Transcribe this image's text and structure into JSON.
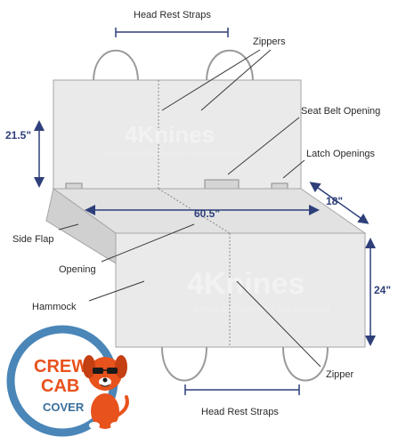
{
  "labels": {
    "head_rest_straps_top": "Head Rest Straps",
    "zippers": "Zippers",
    "seat_belt_opening": "Seat Belt Opening",
    "latch_openings": "Latch Openings",
    "side_flap": "Side Flap",
    "opening": "Opening",
    "hammock": "Hammock",
    "zipper": "Zipper",
    "head_rest_straps_bottom": "Head Rest Straps"
  },
  "dimensions": {
    "height_back": "21.5\"",
    "width": "60.5\"",
    "depth": "18\"",
    "height_front": "24\""
  },
  "watermark": {
    "brand": "4Knines",
    "tagline": "Nothing But The Best For Your Best Friend"
  },
  "badge": {
    "line1": "CREW",
    "line2": "CAB",
    "line3": "COVER"
  },
  "colors": {
    "fabric": "#e9e9e9",
    "fabric_dark": "#c9c9c9",
    "outline": "#9a9a9a",
    "dimension": "#2e3f7a",
    "badge_ring": "#4a86b8",
    "badge_orange": "#e8521c",
    "badge_blue": "#3a6f9c"
  }
}
